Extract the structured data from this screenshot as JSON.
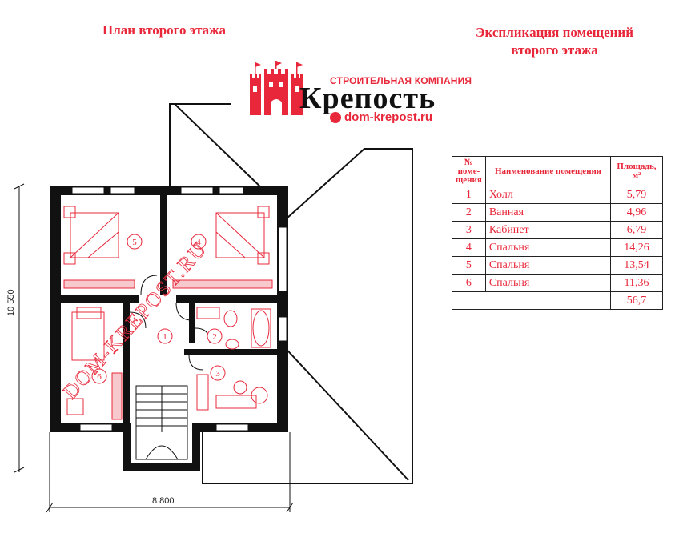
{
  "plan_title": "План второго этажа",
  "explication_title": "Экспликация помещений второго этажа",
  "logo": {
    "company": "СТРОИТЕЛЬНАЯ КОМПАНИЯ",
    "brand": "Крепость",
    "site": "dom-krepost.ru"
  },
  "watermark": "DOM-KREPOST.RU",
  "dimensions": {
    "width": "8 800",
    "height": "10 550"
  },
  "table": {
    "headers": {
      "num": "№ поме-щения",
      "name": "Наименование помещения",
      "area": "Площадь, м²"
    },
    "rows": [
      {
        "num": "1",
        "name": "Холл",
        "area": "5,79"
      },
      {
        "num": "2",
        "name": "Ванная",
        "area": "4,96"
      },
      {
        "num": "3",
        "name": "Кабинет",
        "area": "6,79"
      },
      {
        "num": "4",
        "name": "Спальня",
        "area": "14,26"
      },
      {
        "num": "5",
        "name": "Спальня",
        "area": "13,54"
      },
      {
        "num": "6",
        "name": "Спальня",
        "area": "11,36"
      }
    ],
    "total": "56,7"
  },
  "room_labels": [
    "1",
    "2",
    "3",
    "4",
    "5",
    "6"
  ],
  "colors": {
    "accent": "#e8283a",
    "wall": "#111111"
  }
}
